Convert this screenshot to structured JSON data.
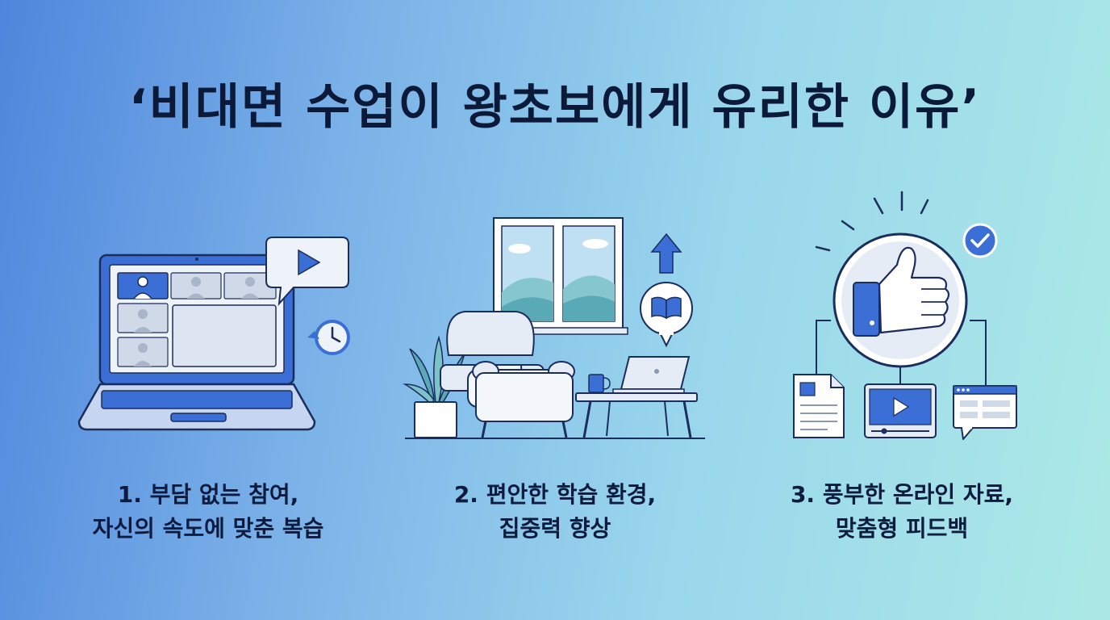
{
  "title": "‘비대면 수업이 왕초보에게 유리한 이유’",
  "colors": {
    "accent": "#3b6fd6",
    "line": "#1b2d5c",
    "panel": "#e6ecf6",
    "title_text": "#0c1a3a"
  },
  "items": [
    {
      "line1": "1. 부담 없는 참여,",
      "line2": "자신의 속도에 맞춘 복습",
      "icons": [
        "laptop-icon",
        "video-grid-icon",
        "play-bubble-icon",
        "clock-replay-icon"
      ]
    },
    {
      "line1": "2. 편안한 학습 환경,",
      "line2": "집중력 향상",
      "icons": [
        "window-icon",
        "armchair-icon",
        "plant-icon",
        "table-icon",
        "laptop-icon",
        "mug-icon",
        "book-bubble-icon",
        "arrow-up-icon"
      ]
    },
    {
      "line1": "3. 풍부한 온라인 자료,",
      "line2": "맞춤형 피드백",
      "icons": [
        "thumbs-up-icon",
        "check-badge-icon",
        "document-icon",
        "video-player-icon",
        "browser-window-icon"
      ]
    }
  ]
}
